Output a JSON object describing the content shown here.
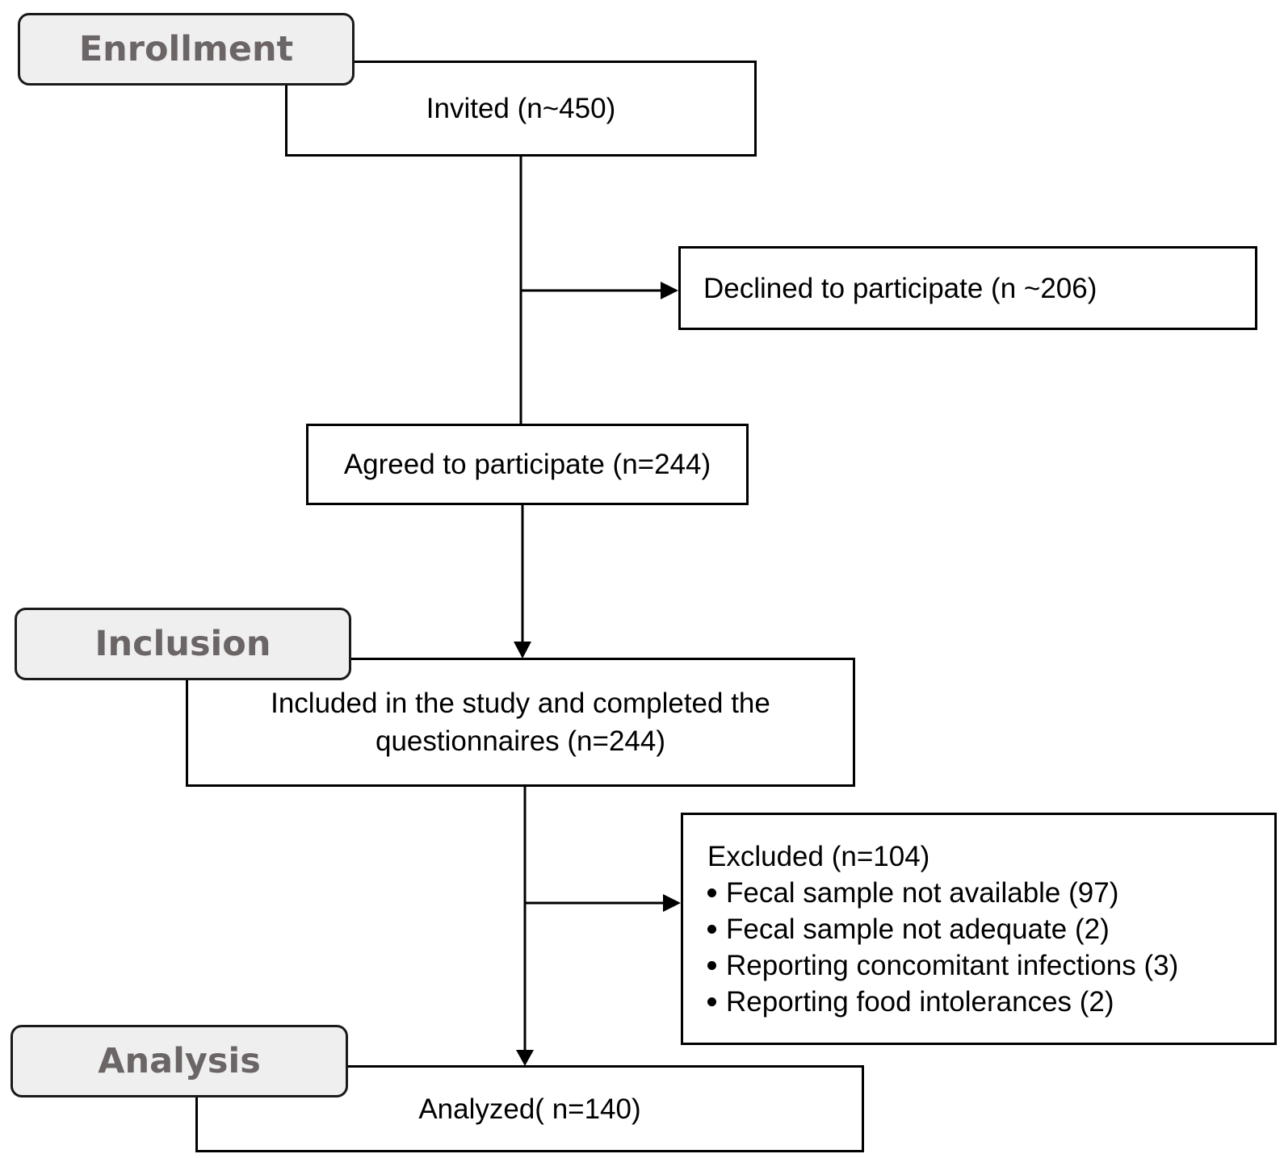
{
  "stages": {
    "enrollment": "Enrollment",
    "inclusion": "Inclusion",
    "analysis": "Analysis"
  },
  "boxes": {
    "invited": "Invited (n~450)",
    "declined": "Declined to participate (n ~206)",
    "agreed": "Agreed to participate  (n=244)",
    "included": {
      "line1": "Included in the study  and completed the",
      "line2": "questionnaires  (n=244)"
    },
    "excluded": {
      "title": "Excluded (n=104)",
      "items": [
        "Fecal sample  not available (97)",
        "Fecal sample not adequate  (2)",
        "Reporting concomitant infections  (3)",
        "Reporting food intolerances (2)"
      ]
    },
    "analyzed": "Analyzed( n=140)"
  },
  "colors": {
    "stage_fill": "#efefef",
    "stage_text": "#6b6566",
    "line": "#000000"
  }
}
